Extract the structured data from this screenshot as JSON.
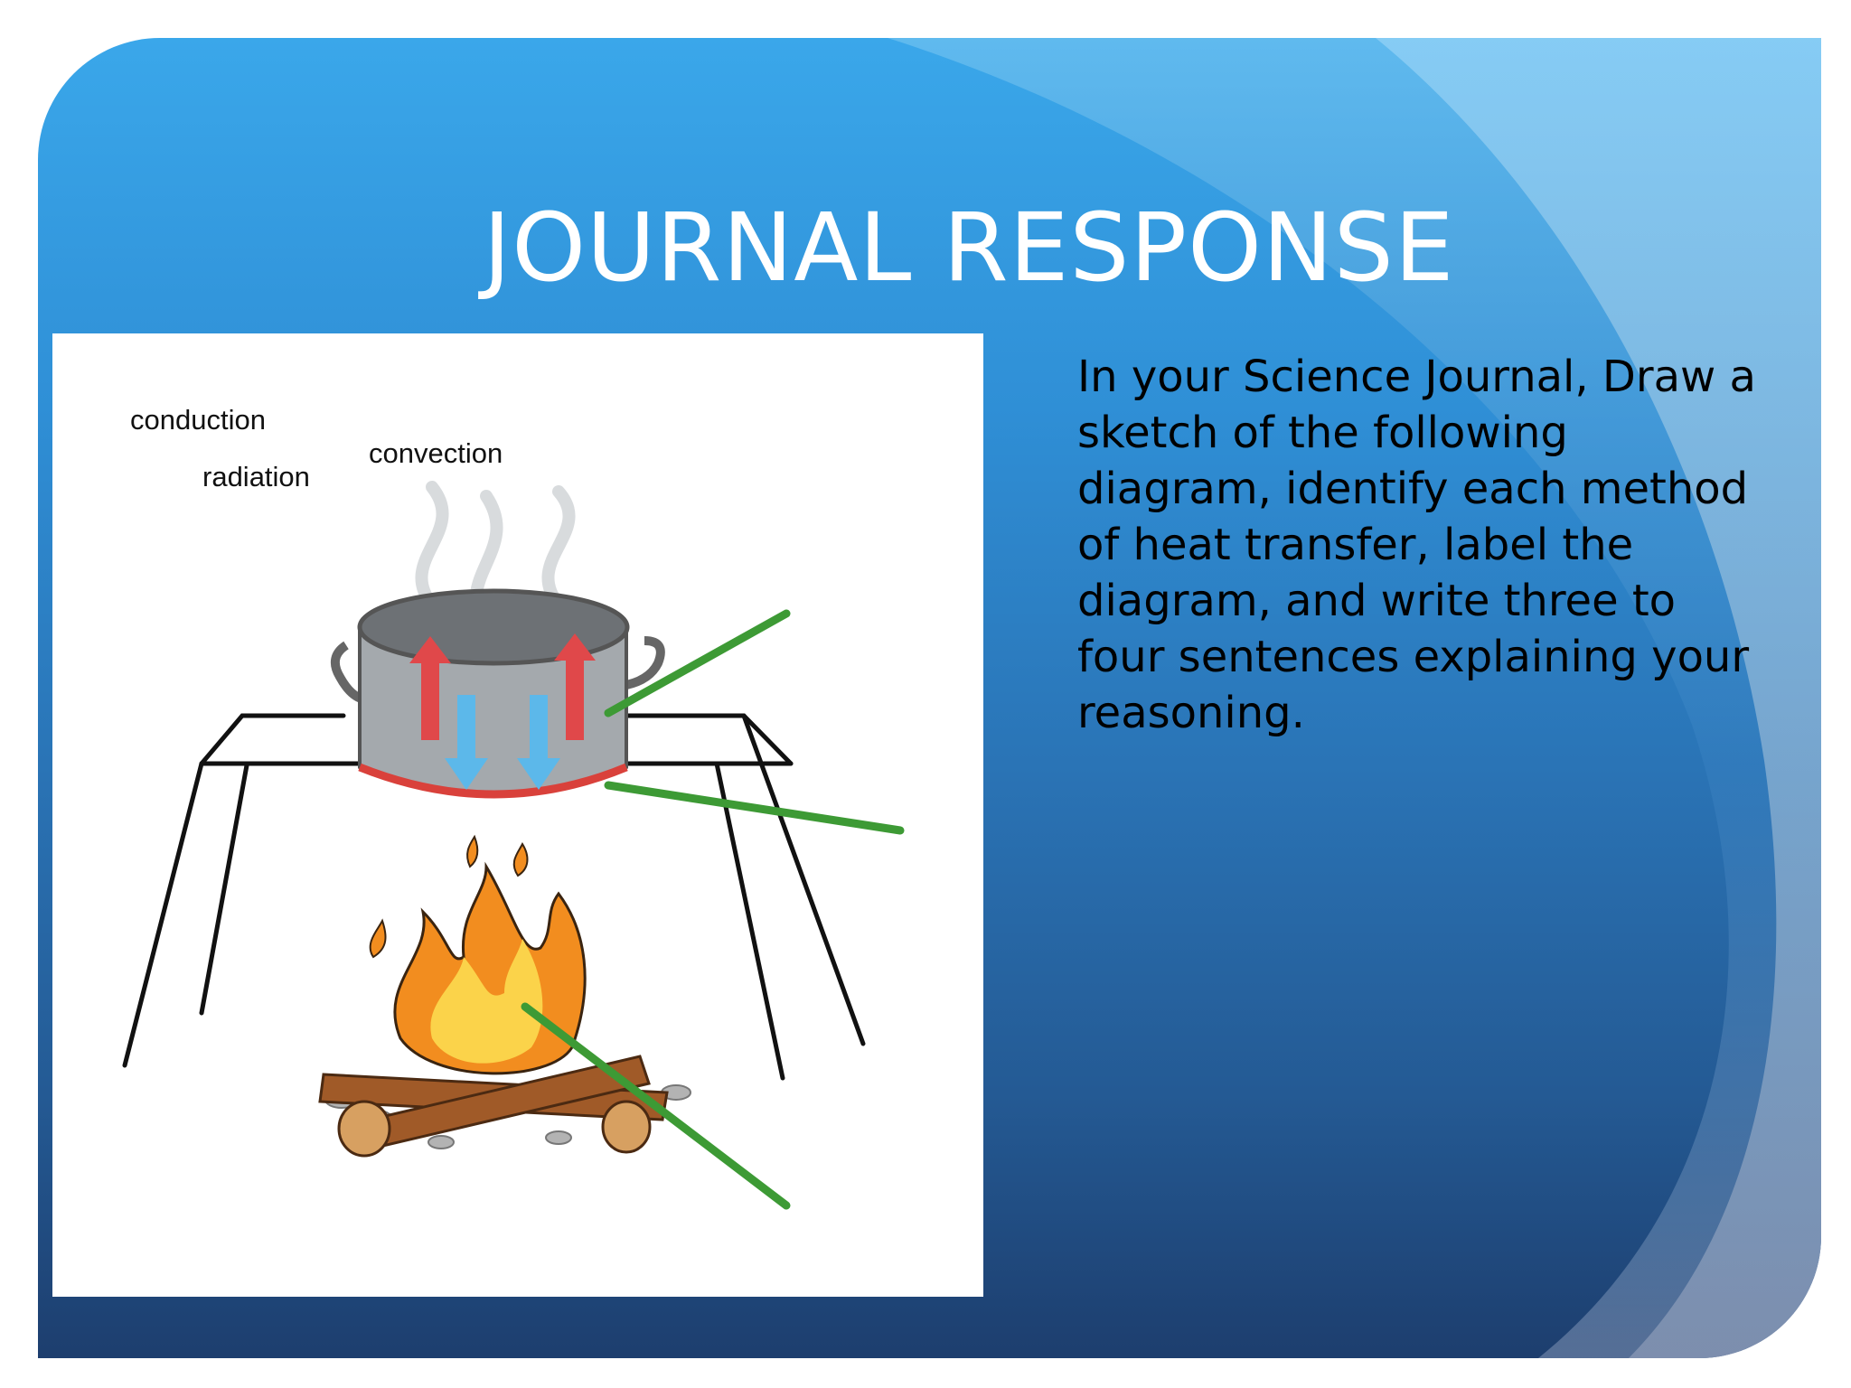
{
  "slide": {
    "title": "JOURNAL RESPONSE",
    "prompt": "In your Science Journal, Draw a sketch of the following diagram, identify each method of heat transfer, label the diagram, and write three to four sentences explaining your reasoning."
  },
  "diagram": {
    "labels": {
      "conduction": "conduction",
      "radiation": "radiation",
      "convection": "convection"
    }
  },
  "colors": {
    "background_top": "#3aa7ea",
    "background_bottom": "#1d3e6e",
    "title": "#ffffff",
    "pointer_lines": "#3d9a35",
    "hot_arrow": "#e0484a",
    "cold_arrow": "#5cb8ea"
  }
}
